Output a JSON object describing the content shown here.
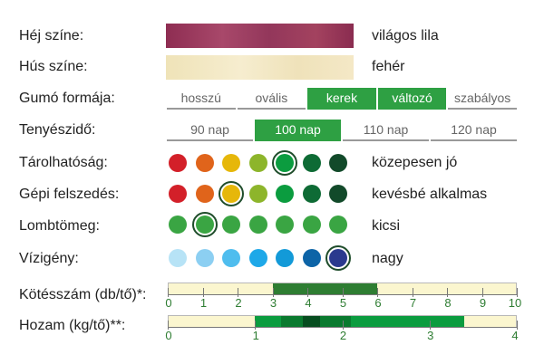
{
  "rows": {
    "hej": {
      "label": "Héj színe:",
      "value": "világos lila",
      "color": "#9c3a5c"
    },
    "hus": {
      "label": "Hús színe:",
      "value": "fehér",
      "color": "#f1e6c0"
    },
    "forma": {
      "label": "Gumó formája:",
      "options": [
        "hosszú",
        "ovális",
        "kerek",
        "változó",
        "szabályos"
      ],
      "active": [
        "kerek",
        "változó"
      ]
    },
    "tenyesz": {
      "label": "Tenyészidő:",
      "options": [
        "90 nap",
        "100 nap",
        "110 nap",
        "120 nap"
      ],
      "active": [
        "100 nap"
      ]
    },
    "tarol": {
      "label": "Tárolhatóság:",
      "value": "közepesen jó",
      "selected_index": 4,
      "scale_colors": [
        "#d32029",
        "#e0641b",
        "#e6b70a",
        "#8db52b",
        "#0b9c3f",
        "#0e6b35",
        "#124a2a"
      ]
    },
    "gepi": {
      "label": "Gépi felszedés:",
      "value": "kevésbé alkalmas",
      "selected_index": 2,
      "scale_colors": [
        "#d32029",
        "#e0641b",
        "#e6b70a",
        "#8db52b",
        "#0b9c3f",
        "#0e6b35",
        "#124a2a"
      ]
    },
    "lomb": {
      "label": "Lombtömeg:",
      "value": "kicsi",
      "selected_index": 1,
      "scale_colors": [
        "#3aa543",
        "#3aa543",
        "#3aa543",
        "#3aa543",
        "#3aa543",
        "#3aa543",
        "#3aa543"
      ]
    },
    "viz": {
      "label": "Vízigény:",
      "value": "nagy",
      "selected_index": 6,
      "scale_colors": [
        "#b7e3f6",
        "#8ccff2",
        "#4fbdee",
        "#1ea8e8",
        "#139ad8",
        "#0d64a7",
        "#2b3a8e"
      ]
    }
  },
  "kotes": {
    "label": "Kötésszám (db/tő)*:",
    "ticks": [
      "0",
      "1",
      "2",
      "3",
      "4",
      "5",
      "6",
      "7",
      "8",
      "9",
      "10"
    ],
    "range": [
      0,
      10
    ],
    "bands": [
      {
        "from": 3,
        "to": 6,
        "color": "#2e7d32"
      }
    ]
  },
  "hozam": {
    "label": "Hozam (kg/tő)**:",
    "ticks": [
      "0",
      "1",
      "2",
      "3",
      "4"
    ],
    "range": [
      0,
      4
    ],
    "bands": [
      {
        "from": 1.0,
        "to": 3.4,
        "color": "#0b9c3f"
      },
      {
        "from": 1.3,
        "to": 2.1,
        "color": "#0a7a2f"
      },
      {
        "from": 1.55,
        "to": 1.75,
        "color": "#064d1f"
      }
    ]
  }
}
